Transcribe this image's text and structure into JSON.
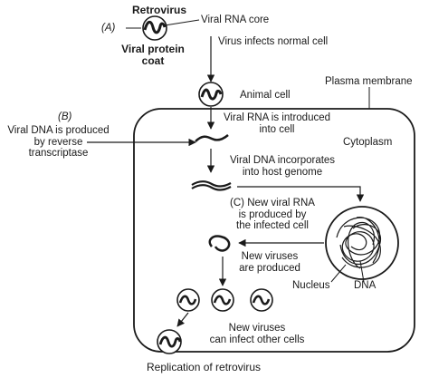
{
  "figure": {
    "retrovirus": "Retrovirus",
    "marker_a": "(A)",
    "viral_protein_coat": [
      "Viral protein",
      "coat"
    ],
    "viral_rna_core": "Viral RNA core",
    "virus_infects": "Virus infects normal cell",
    "plasma_membrane": "Plasma membrane",
    "animal_cell": "Animal cell",
    "marker_b": "(B)",
    "viral_dna_produced": [
      "Viral DNA is produced",
      "by reverse",
      "transcriptase"
    ],
    "viral_rna_introduced": [
      "Viral RNA is introduced",
      "into cell"
    ],
    "cytoplasm": "Cytoplasm",
    "viral_dna_incorporates": [
      "Viral DNA incorporates",
      "into host genome"
    ],
    "new_viral_rna": [
      "(C) New viral RNA",
      "is produced by",
      "the infected cell"
    ],
    "new_viruses_produced": [
      "New viruses",
      "are produced"
    ],
    "nucleus": "Nucleus",
    "dna": "DNA",
    "new_viruses_infect": [
      "New viruses",
      "can infect other cells"
    ],
    "caption": "Replication of retrovirus"
  }
}
